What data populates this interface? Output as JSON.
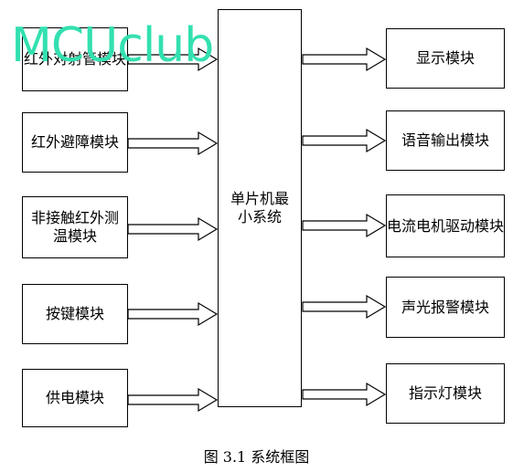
{
  "watermark": "MCUclub",
  "left_modules": [
    "红外对射管模块",
    "红外避障模块",
    "非接触红外测温模块",
    "按键模块",
    "供电模块"
  ],
  "center_module": "单片机最小系统",
  "right_modules": [
    "显示模块",
    "语音输出模块",
    "电流电机驱动模块",
    "声光报警模块",
    "指示灯模块"
  ],
  "caption": "图 3.1  系统框图",
  "colors": {
    "watermark": "#33e0b0",
    "line": "#000000"
  }
}
